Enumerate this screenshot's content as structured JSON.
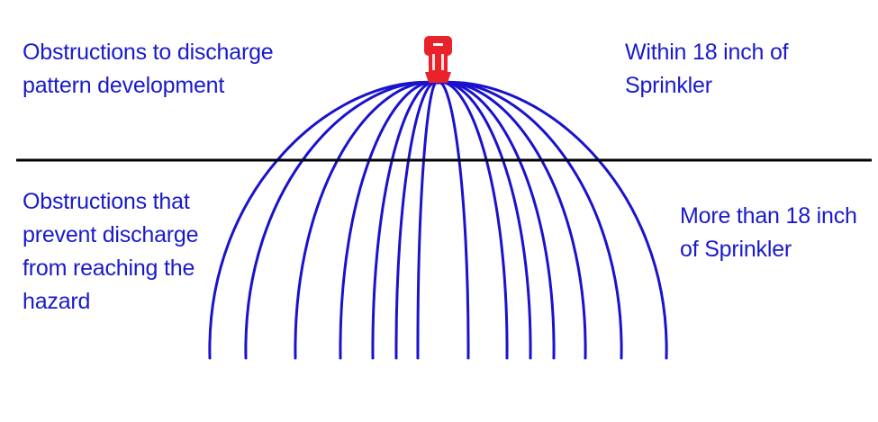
{
  "labels": {
    "top_left": "Obstructions to discharge\npattern development",
    "top_right": "Within 18 inch of\nSprinkler",
    "bottom_left": "Obstructions that\nprevent discharge\nfrom reaching the\nhazard",
    "bottom_right": "More than 18 inch\nof Sprinkler"
  },
  "colors": {
    "text": "#1a1acc",
    "spray": "#1a12cc",
    "divider": "#000000",
    "sprinkler": "#e8242a"
  },
  "icon": "sprinkler-head-icon"
}
